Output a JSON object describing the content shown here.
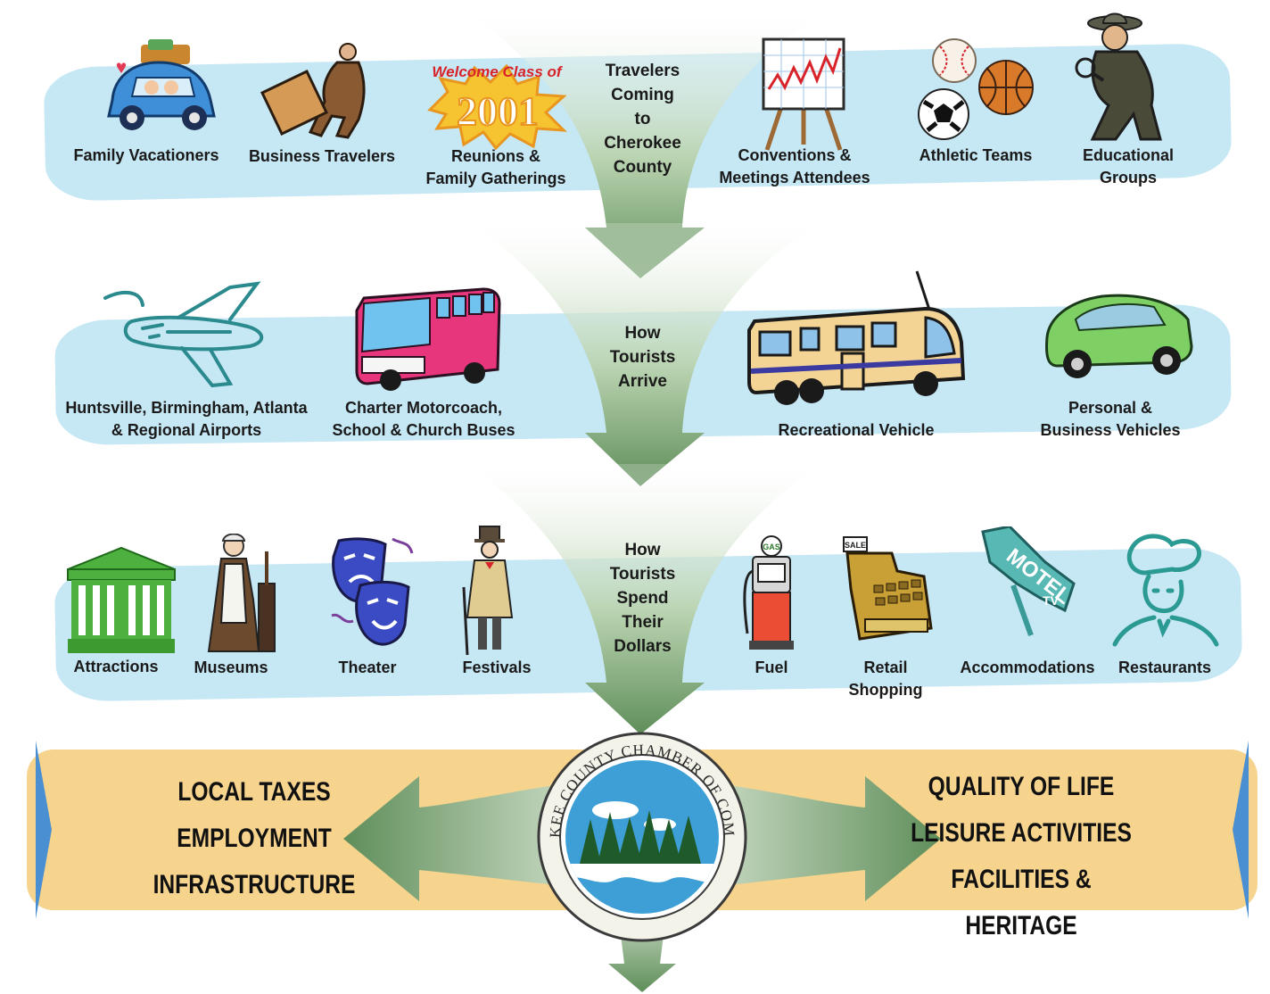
{
  "flow": {
    "step1": "Travelers\nComing\nto\nCherokee\nCounty",
    "step2": "How\nTourists\nArrive",
    "step3": "How\nTourists\nSpend\nTheir\nDollars"
  },
  "row1": {
    "items": [
      {
        "label": "Family Vacationers",
        "icon": "family-car-icon"
      },
      {
        "label": "Business Travelers",
        "icon": "businessman-icon"
      },
      {
        "label": "Reunions &\nFamily Gatherings",
        "icon": "welcome-class-banner-icon",
        "banner_text": "Welcome Class of",
        "banner_year": "2001"
      },
      {
        "label": "Conventions &\nMeetings Attendees",
        "icon": "easel-chart-icon"
      },
      {
        "label": "Athletic Teams",
        "icon": "sports-balls-icon"
      },
      {
        "label": "Educational\nGroups",
        "icon": "explorer-icon"
      }
    ]
  },
  "row2": {
    "items": [
      {
        "label": "Huntsville, Birmingham, Atlanta\n& Regional Airports",
        "icon": "airplane-icon"
      },
      {
        "label": "Charter Motorcoach,\nSchool & Church Buses",
        "icon": "bus-icon"
      },
      {
        "label": "Recreational Vehicle",
        "icon": "rv-icon"
      },
      {
        "label": "Personal &\nBusiness Vehicles",
        "icon": "car-icon"
      }
    ]
  },
  "row3": {
    "items": [
      {
        "label": "Attractions",
        "icon": "building-icon"
      },
      {
        "label": "Museums",
        "icon": "pioneer-woman-icon"
      },
      {
        "label": "Theater",
        "icon": "theater-masks-icon"
      },
      {
        "label": "Festivals",
        "icon": "gentleman-icon"
      },
      {
        "label": "Fuel",
        "icon": "gas-pump-icon",
        "pump_text": "GAS"
      },
      {
        "label": "Retail\nShopping",
        "icon": "cash-register-icon",
        "sign_text": "SALE"
      },
      {
        "label": "Accommodations",
        "icon": "motel-sign-icon",
        "sign_text": "MOTEL",
        "sub_text": "TV"
      },
      {
        "label": "Restaurants",
        "icon": "chef-icon"
      }
    ]
  },
  "outcomes": {
    "left": [
      "LOCAL TAXES",
      "EMPLOYMENT",
      "INFRASTRUCTURE"
    ],
    "right": [
      "QUALITY OF LIFE",
      "LEISURE ACTIVITIES",
      "FACILITIES & HERITAGE"
    ]
  },
  "seal": {
    "top_text": "CHEROKEE COUNTY CHAMBER OF COMMERCE",
    "icon": "chamber-seal-icon"
  },
  "colors": {
    "band_blue": "#c6e7f4",
    "band_gold": "#f7d48e",
    "arrow_green": "#5f8e5a"
  }
}
